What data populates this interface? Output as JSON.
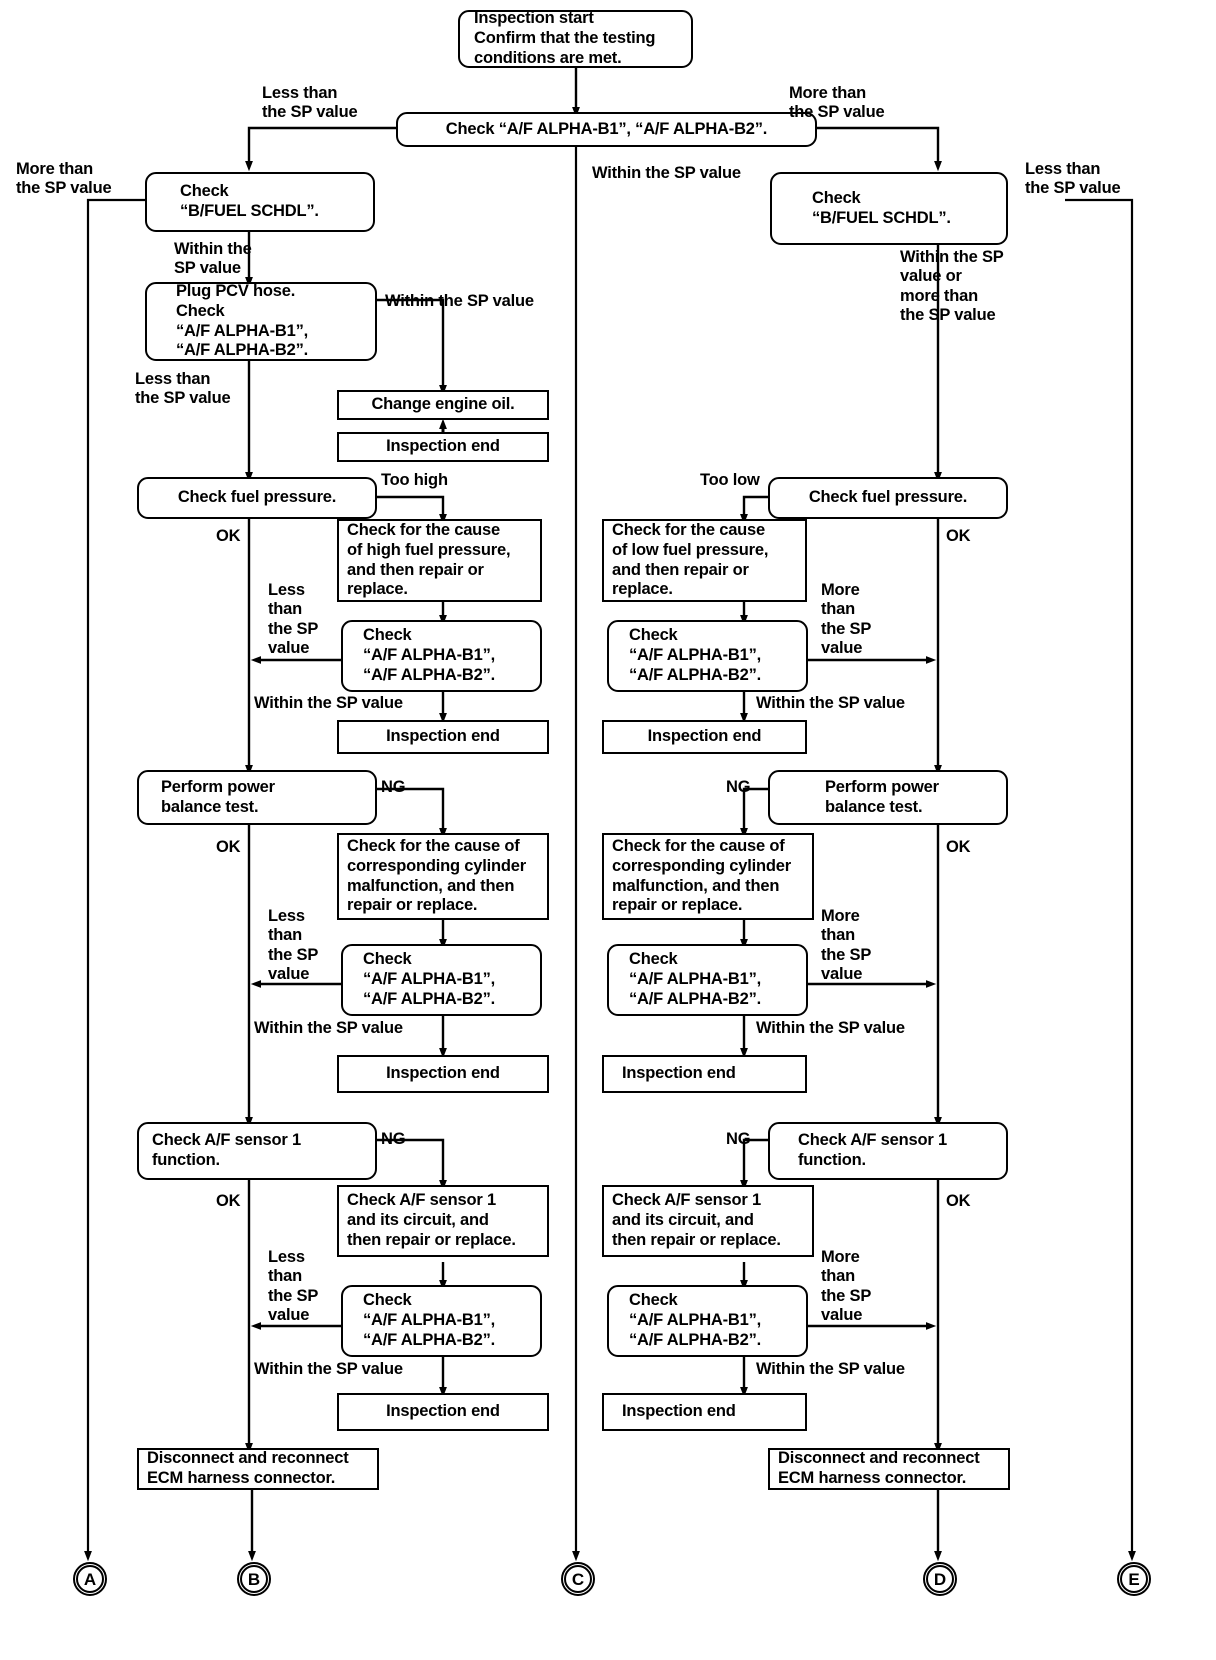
{
  "diagram": {
    "title": "A/F ALPHA diagnostic flowchart",
    "nodes": {
      "start": {
        "l1": "Inspection start",
        "l2": "Confirm that the testing",
        "l3": "conditions are met."
      },
      "check_afalpha_top": {
        "l1": "Check “A/F ALPHA-B1”, “A/F ALPHA-B2”."
      },
      "bfuel_left": {
        "l1": "Check",
        "l2": "“B/FUEL SCHDL”."
      },
      "bfuel_right": {
        "l1": "Check",
        "l2": "“B/FUEL SCHDL”."
      },
      "plug_pcv": {
        "l1": "Plug PCV hose.",
        "l2": "Check",
        "l3": "“A/F ALPHA-B1”,",
        "l4": "“A/F ALPHA-B2”."
      },
      "change_oil": {
        "l1": "Change engine oil."
      },
      "end_oil": {
        "l1": "Inspection end"
      },
      "fuelpress_left": {
        "l1": "Check fuel pressure."
      },
      "fuelpress_right": {
        "l1": "Check fuel pressure."
      },
      "cause_high": {
        "l1": "Check for the cause",
        "l2": "of high fuel pressure,",
        "l3": "and then repair or",
        "l4": "replace."
      },
      "cause_low": {
        "l1": "Check for the cause",
        "l2": "of low fuel pressure,",
        "l3": "and then repair or",
        "l4": "replace."
      },
      "check_af_l1": {
        "l1": "Check",
        "l2": "“A/F ALPHA-B1”,",
        "l3": "“A/F ALPHA-B2”."
      },
      "check_af_r1": {
        "l1": "Check",
        "l2": "“A/F ALPHA-B1”,",
        "l3": "“A/F ALPHA-B2”."
      },
      "end_l1": {
        "l1": "Inspection end"
      },
      "end_r1": {
        "l1": "Inspection end"
      },
      "power_left": {
        "l1": "Perform power",
        "l2": "balance test."
      },
      "power_right": {
        "l1": "Perform power",
        "l2": "balance test."
      },
      "cyl_left": {
        "l1": "Check for the cause of",
        "l2": "corresponding cylinder",
        "l3": "malfunction, and then",
        "l4": "repair or replace."
      },
      "cyl_right": {
        "l1": "Check for the cause of",
        "l2": "corresponding cylinder",
        "l3": "malfunction, and then",
        "l4": "repair or replace."
      },
      "check_af_l2": {
        "l1": "Check",
        "l2": "“A/F ALPHA-B1”,",
        "l3": "“A/F ALPHA-B2”."
      },
      "check_af_r2": {
        "l1": "Check",
        "l2": "“A/F ALPHA-B1”,",
        "l3": "“A/F ALPHA-B2”."
      },
      "end_l2": {
        "l1": "Inspection end"
      },
      "end_r2": {
        "l1": "Inspection end"
      },
      "sensor_left": {
        "l1": "Check A/F sensor 1",
        "l2": "function."
      },
      "sensor_right": {
        "l1": "Check A/F sensor 1",
        "l2": "function."
      },
      "sensorcir_left": {
        "l1": "Check A/F sensor 1",
        "l2": "and its circuit, and",
        "l3": "then repair or replace."
      },
      "sensorcir_right": {
        "l1": "Check A/F sensor 1",
        "l2": "and its circuit, and",
        "l3": "then repair or replace."
      },
      "check_af_l3": {
        "l1": "Check",
        "l2": "“A/F ALPHA-B1”,",
        "l3": "“A/F ALPHA-B2”."
      },
      "check_af_r3": {
        "l1": "Check",
        "l2": "“A/F ALPHA-B1”,",
        "l3": "“A/F ALPHA-B2”."
      },
      "end_l3": {
        "l1": "Inspection end"
      },
      "end_r3": {
        "l1": "Inspection end"
      },
      "ecm_left": {
        "l1": "Disconnect and reconnect",
        "l2": "ECM harness connector."
      },
      "ecm_right": {
        "l1": "Disconnect and reconnect",
        "l2": "ECM harness connector."
      }
    },
    "edge_labels": {
      "less_than_top": {
        "l1": "Less than",
        "l2": "the SP value"
      },
      "more_than_top": {
        "l1": "More than",
        "l2": "the SP value"
      },
      "more_than_far_left": {
        "l1": "More than",
        "l2": "the SP value"
      },
      "less_than_far_right": {
        "l1": "Less than",
        "l2": "the SP value"
      },
      "within_mid": {
        "l1": "Within the SP value"
      },
      "within_left_1": {
        "l1": "Within the",
        "l2": "SP value"
      },
      "within_or_more_right": {
        "l1": "Within the SP",
        "l2": "value or",
        "l3": "more than",
        "l4": "the SP value"
      },
      "within_sp_wide_1": {
        "l1": "Within the SP value"
      },
      "less_than_left_1": {
        "l1": "Less than",
        "l2": "the SP value"
      },
      "too_high": {
        "l1": "Too high"
      },
      "too_low": {
        "l1": "Too low"
      },
      "ok_l1": {
        "l1": "OK"
      },
      "ok_r1": {
        "l1": "OK"
      },
      "ok_l2": {
        "l1": "OK"
      },
      "ok_r2": {
        "l1": "OK"
      },
      "ok_l3": {
        "l1": "OK"
      },
      "ok_r3": {
        "l1": "OK"
      },
      "ng_l1": {
        "l1": "NG"
      },
      "ng_r1": {
        "l1": "NG"
      },
      "ng_l2": {
        "l1": "NG"
      },
      "ng_r2": {
        "l1": "NG"
      },
      "lessthan_stack_l1": {
        "l1": "Less",
        "l2": "than",
        "l3": "the SP",
        "l4": "value"
      },
      "lessthan_stack_l2": {
        "l1": "Less",
        "l2": "than",
        "l3": "the SP",
        "l4": "value"
      },
      "lessthan_stack_l3": {
        "l1": "Less",
        "l2": "than",
        "l3": "the SP",
        "l4": "value"
      },
      "morethan_stack_r1": {
        "l1": "More",
        "l2": "than",
        "l3": "the SP",
        "l4": "value"
      },
      "morethan_stack_r2": {
        "l1": "More",
        "l2": "than",
        "l3": "the SP",
        "l4": "value"
      },
      "morethan_stack_r3": {
        "l1": "More",
        "l2": "than",
        "l3": "the SP",
        "l4": "value"
      },
      "within_l1": {
        "l1": "Within the SP value"
      },
      "within_l2": {
        "l1": "Within the SP value"
      },
      "within_l3": {
        "l1": "Within the SP value"
      },
      "within_r1": {
        "l1": "Within the SP value"
      },
      "within_r2": {
        "l1": "Within the SP value"
      },
      "within_r3": {
        "l1": "Within the SP value"
      }
    },
    "connectors": [
      {
        "id": "A",
        "label": "A"
      },
      {
        "id": "B",
        "label": "B"
      },
      {
        "id": "C",
        "label": "C"
      },
      {
        "id": "D",
        "label": "D"
      },
      {
        "id": "E",
        "label": "E"
      }
    ],
    "colors": {
      "line": "#000000",
      "background": "#ffffff"
    }
  }
}
